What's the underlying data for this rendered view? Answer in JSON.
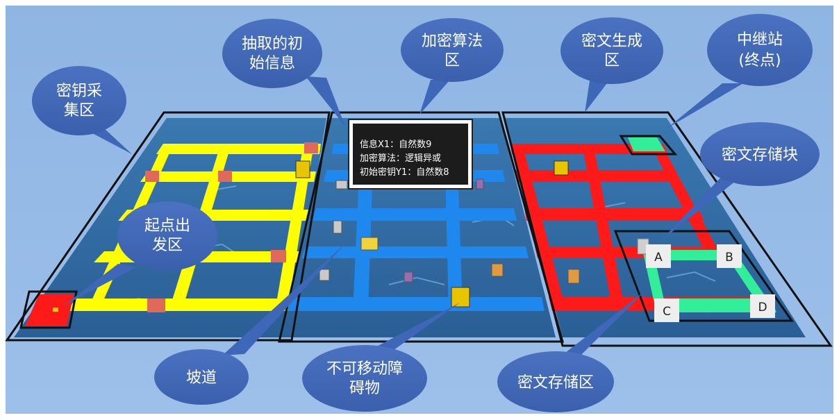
{
  "callouts": {
    "key_zone": [
      "密钥采",
      "集区"
    ],
    "initial_info": [
      "抽取的初",
      "始信息"
    ],
    "encrypt_zone": [
      "加密算法",
      "区"
    ],
    "cipher_gen": [
      "密文生成",
      "区"
    ],
    "relay": [
      "中继站",
      "(终点)"
    ],
    "cipher_block": [
      "密文存储块"
    ],
    "start": [
      "起点出",
      "发区"
    ],
    "ramp": [
      "坡道"
    ],
    "obstacle": [
      "不可移动障",
      "碍物"
    ],
    "cipher_store": [
      "密文存储区"
    ]
  },
  "info_panel": {
    "line1": "信息X1：自然数9",
    "line2": "加密算法：逻辑异或",
    "line3": "初始密钥Y1：自然数8"
  },
  "slots": [
    "A",
    "B",
    "C",
    "D"
  ],
  "colors": {
    "background": "#8eb4e2",
    "callout": "#3f67b7",
    "key_path": "#ffff00",
    "encrypt_path": "#1e88ee",
    "cipher_path": "#ff1a1a",
    "store_path": "#33ee99",
    "board": "#2f6fa8"
  }
}
